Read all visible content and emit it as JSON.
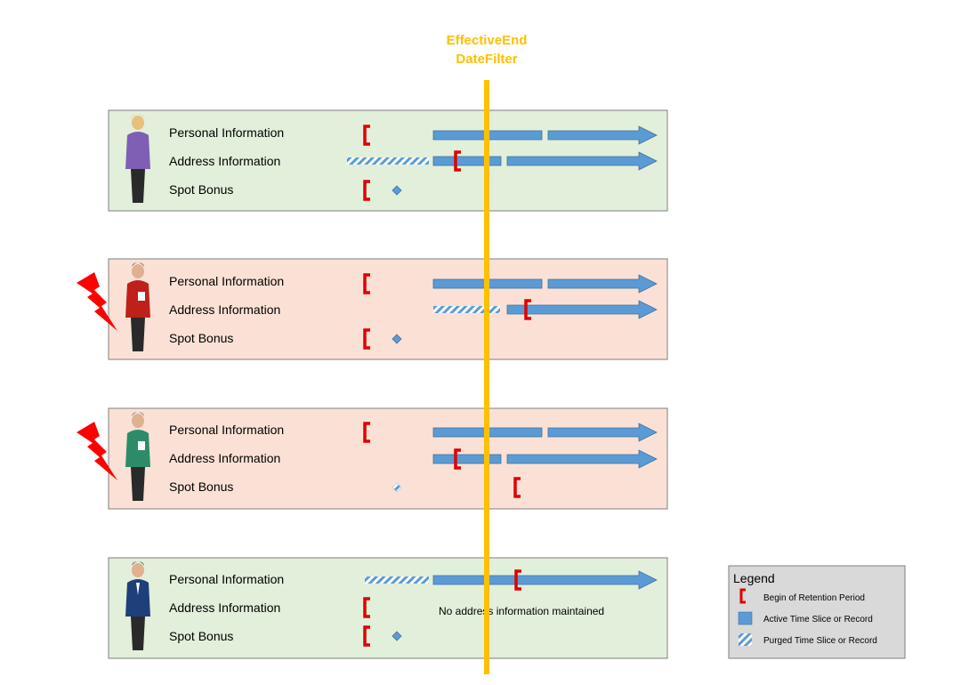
{
  "filter": {
    "label_line1": "EffectiveEnd",
    "label_line2": "DateFilter",
    "color": "#FFC000"
  },
  "colors": {
    "active": "#5B9BD5",
    "active_stroke": "#41719C",
    "retention": "#E00000",
    "green_panel": "#E2EFDA",
    "red_panel": "#FBE1D5",
    "lightning": "#FF0000"
  },
  "employees": [
    {
      "status": "retained",
      "rows": [
        {
          "label": "Personal Information"
        },
        {
          "label": "Address Information"
        },
        {
          "label": "Spot Bonus"
        }
      ]
    },
    {
      "status": "purged",
      "rows": [
        {
          "label": "Personal Information"
        },
        {
          "label": "Address Information"
        },
        {
          "label": "Spot Bonus"
        }
      ]
    },
    {
      "status": "purged",
      "rows": [
        {
          "label": "Personal Information"
        },
        {
          "label": "Address Information"
        },
        {
          "label": "Spot Bonus"
        }
      ]
    },
    {
      "status": "retained",
      "rows": [
        {
          "label": "Personal Information"
        },
        {
          "label": "Address Information",
          "note": "No address information maintained"
        },
        {
          "label": "Spot Bonus"
        }
      ]
    }
  ],
  "legend": {
    "title": "Legend",
    "items": [
      {
        "icon": "retention-bracket-icon",
        "label": "Begin of Retention Period"
      },
      {
        "icon": "active-slice-icon",
        "label": "Active Time Slice or Record"
      },
      {
        "icon": "purged-slice-icon",
        "label": "Purged Time Slice or Record"
      }
    ]
  }
}
